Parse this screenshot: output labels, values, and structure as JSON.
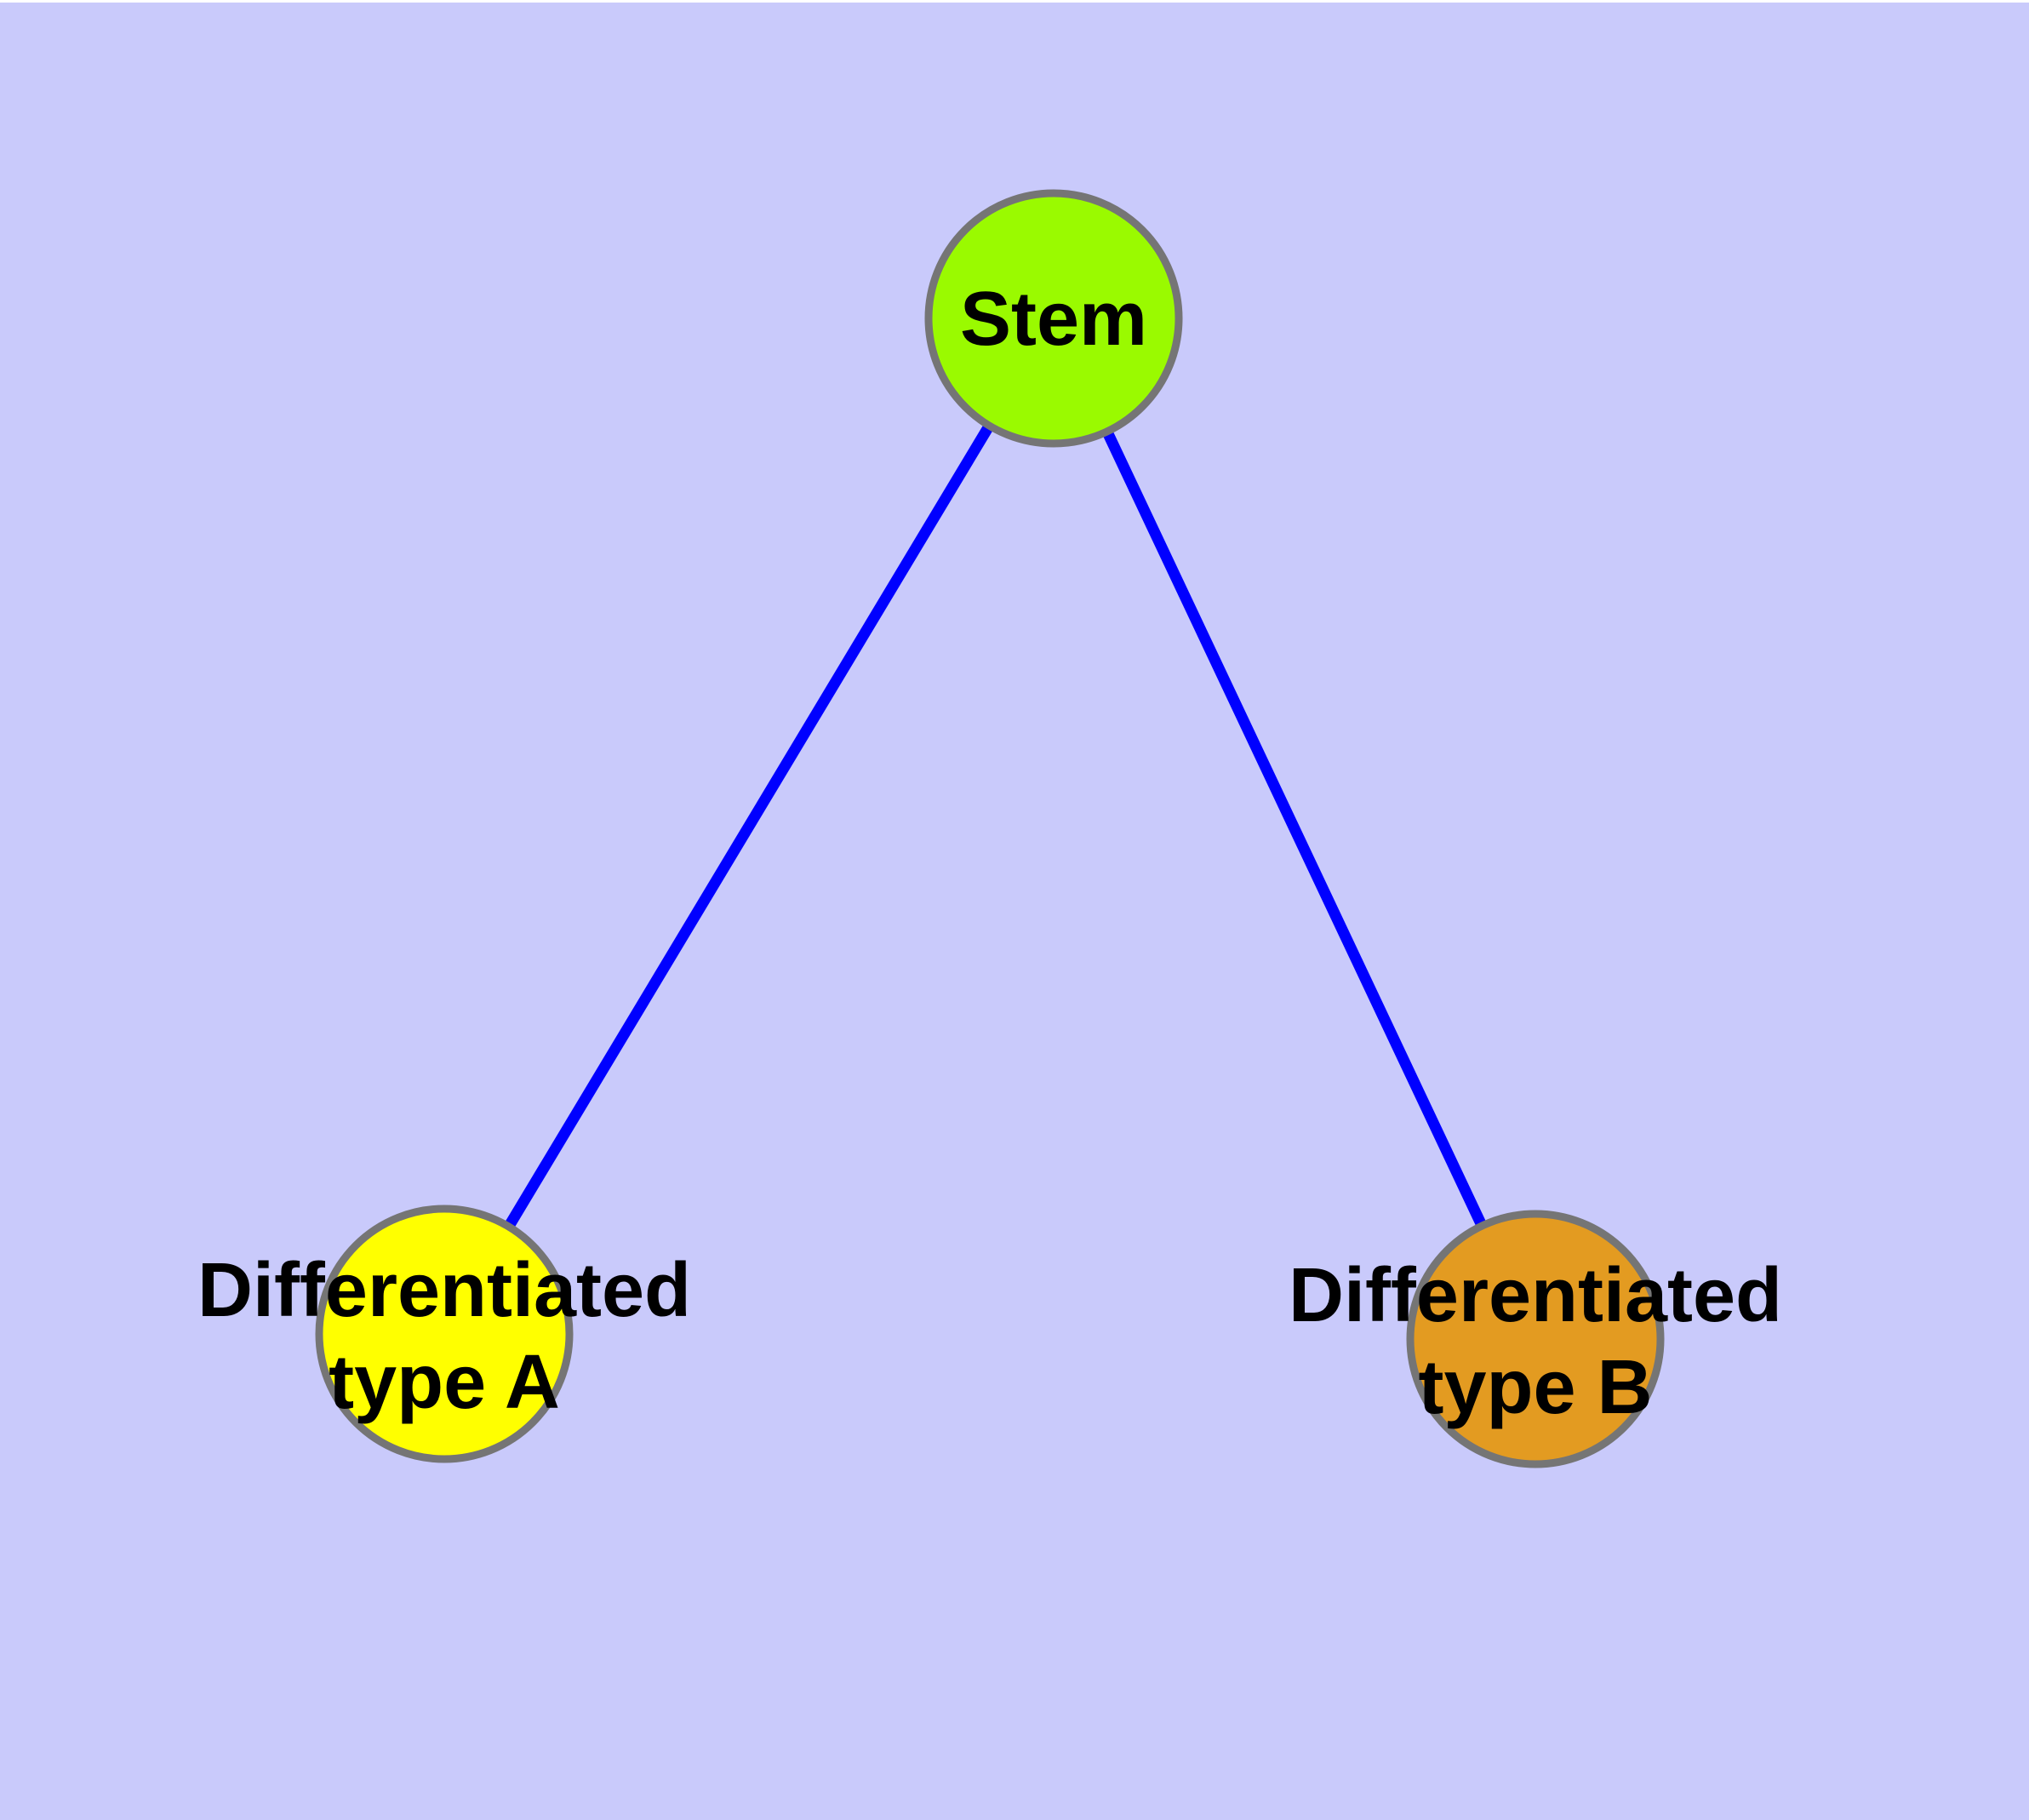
{
  "diagram": {
    "background_color": "#C9CAFB",
    "frame_top_color": "#FFFFFF",
    "edge_color": "#0000FF",
    "node_border_color": "#757575",
    "label_color": "#000000",
    "nodes": {
      "stem": {
        "label": "Stem",
        "fill": "#9AFA00"
      },
      "type_a": {
        "label_line1": "Differentiated",
        "label_line2": "type A",
        "fill": "#FFFF00"
      },
      "type_b": {
        "label_line1": "Differentiated",
        "label_line2": "type B",
        "fill": "#E39B21"
      }
    },
    "edges": [
      {
        "from": "Stem",
        "to": "Differentiated type A"
      },
      {
        "from": "Stem",
        "to": "Differentiated type B"
      }
    ]
  }
}
